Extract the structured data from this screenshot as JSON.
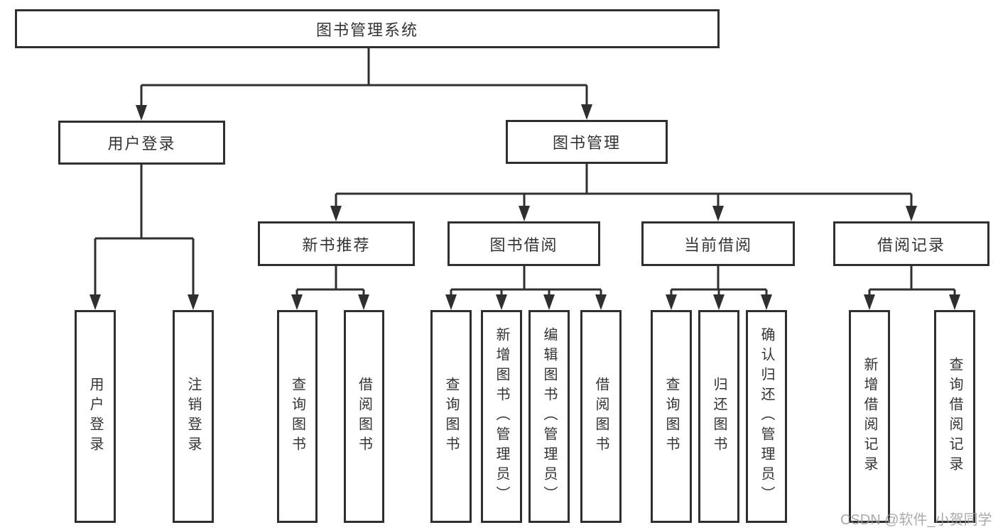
{
  "diagram": {
    "type": "hierarchy-tree",
    "nodes": {
      "root": "图书管理系统",
      "l2": [
        "用户登录",
        "图书管理"
      ],
      "l3": [
        "新书推荐",
        "图书借阅",
        "当前借阅",
        "借阅记录"
      ],
      "leaves": [
        "用户登录",
        "注销登录",
        "查询图书",
        "借阅图书",
        "查询图书",
        "新增图书（管理员）",
        "编辑图书（管理员）",
        "借阅图书",
        "查询图书",
        "归还图书",
        "确认归还（管理员）",
        "新增借阅记录",
        "查询借阅记录"
      ]
    },
    "structure": {
      "图书管理系统": {
        "用户登录": [
          "用户登录",
          "注销登录"
        ],
        "图书管理": {
          "新书推荐": [
            "查询图书",
            "借阅图书"
          ],
          "图书借阅": [
            "查询图书",
            "新增图书（管理员）",
            "编辑图书（管理员）",
            "借阅图书"
          ],
          "当前借阅": [
            "查询图书",
            "归还图书",
            "确认归还（管理员）"
          ],
          "借阅记录": [
            "新增借阅记录",
            "查询借阅记录"
          ]
        }
      }
    },
    "colors": {
      "line": "#2f2f2f",
      "text": "#333333",
      "background": "#ffffff",
      "watermark": "#9b9b9b"
    }
  },
  "watermark": {
    "text": "CSDN @软件_小贺同学"
  }
}
